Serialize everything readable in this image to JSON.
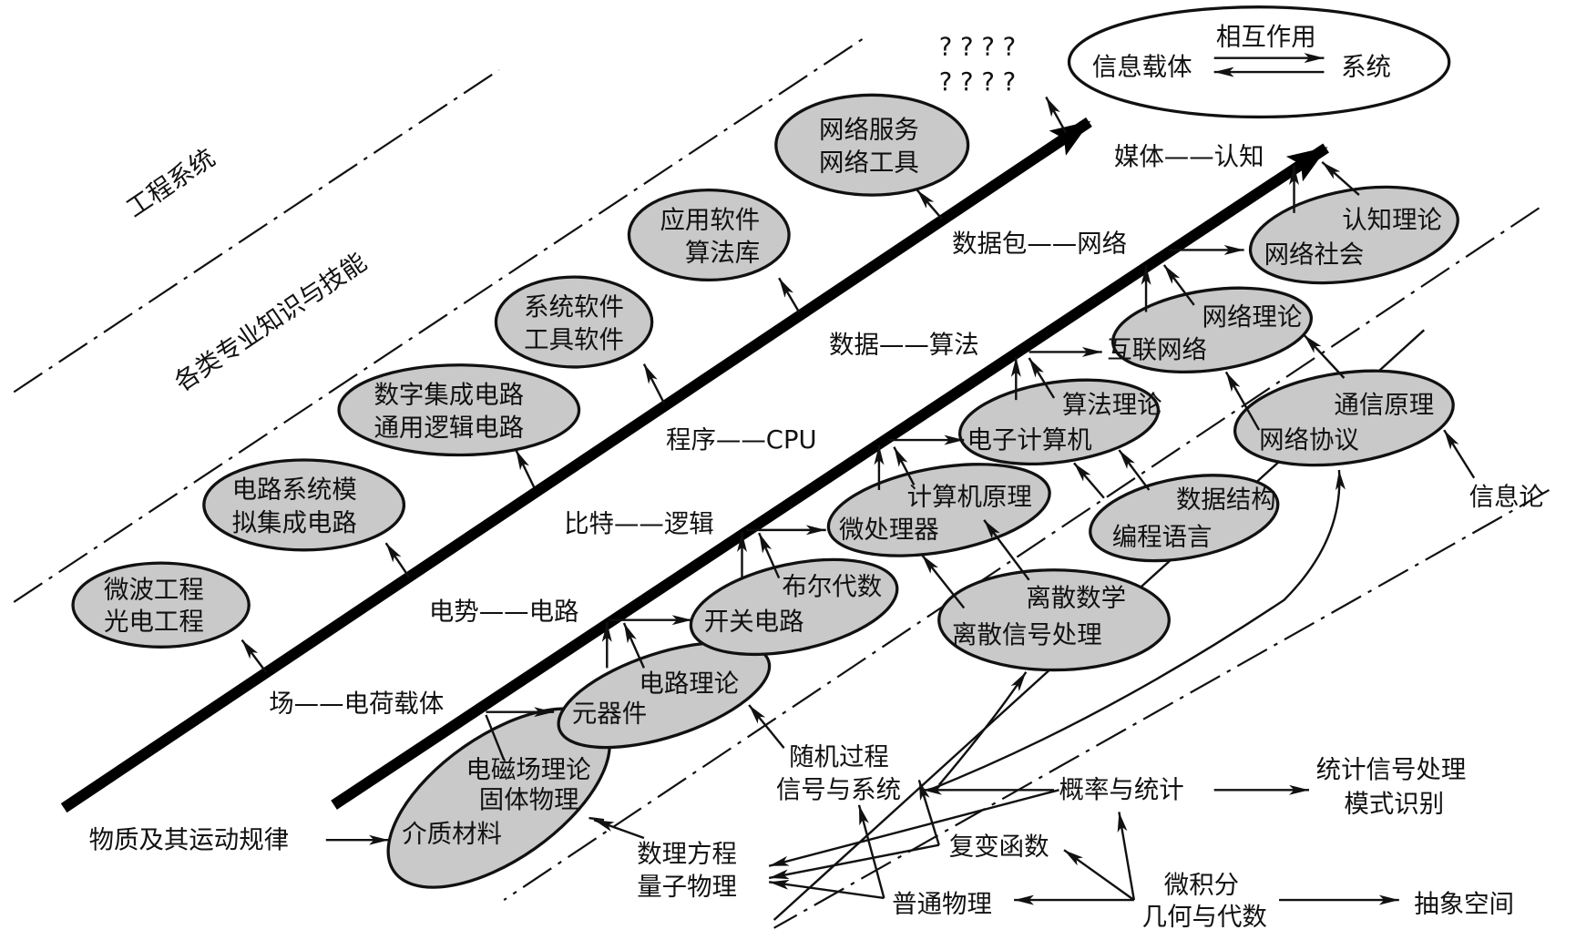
{
  "regions": {
    "engineering": "工程系统",
    "knowledge": "各类专业知识与技能"
  },
  "top": {
    "carrier": "信息载体",
    "interaction": "相互作用",
    "system": "系统",
    "questions_row1": "? ? ? ?",
    "questions_row2": "? ? ? ?"
  },
  "pairs": {
    "media": "媒体——认知",
    "packet": "数据包——网络",
    "data": "数据——算法",
    "program": "程序——CPU",
    "bit": "比特——逻辑",
    "potential": "电势——电路",
    "field": "场——电荷载体"
  },
  "upper_ellipses": [
    {
      "l1": "微波工程",
      "l2": "光电工程"
    },
    {
      "l1": "电路系统模",
      "l2": "拟集成电路"
    },
    {
      "l1": "数字集成电路",
      "l2": "通用逻辑电路"
    },
    {
      "l1": "系统软件",
      "l2": "工具软件"
    },
    {
      "l1": "应用软件",
      "l2": "算法库"
    },
    {
      "l1": "网络服务",
      "l2": "网络工具"
    }
  ],
  "lower_ellipses": {
    "em": {
      "l1": "电磁场理论",
      "l2": "固体物理",
      "l3": "介质材料"
    },
    "comp": {
      "l1": "电路理论",
      "l2": "元器件"
    },
    "switch": {
      "l1": "布尔代数",
      "l2": "开关电路"
    },
    "micro": {
      "l1": "计算机原理",
      "l2": "微处理器"
    },
    "discrete": {
      "l1": "离散数学",
      "l2": "离散信号处理"
    },
    "computer": {
      "l1": "算法理论",
      "l2": "电子计算机"
    },
    "prog": {
      "l1": "数据结构",
      "l2": "编程语言"
    },
    "inet": {
      "l1": "网络理论",
      "l2": "互联网络"
    },
    "proto": {
      "l1": "通信原理",
      "l2": "网络协议"
    },
    "society": {
      "l1": "认知理论",
      "l2": "网络社会"
    }
  },
  "basics": {
    "matter": "物质及其运动规律",
    "info": "信息论",
    "random": "随机过程",
    "signals": "信号与系统",
    "prob": "概率与统计",
    "stat1": "统计信号处理",
    "stat2": "模式识别",
    "complex": "复变函数",
    "eq": "数理方程",
    "quantum": "量子物理",
    "physics": "普通物理",
    "calc": "微积分",
    "geo": "几何与代数",
    "abstract": "抽象空间"
  }
}
